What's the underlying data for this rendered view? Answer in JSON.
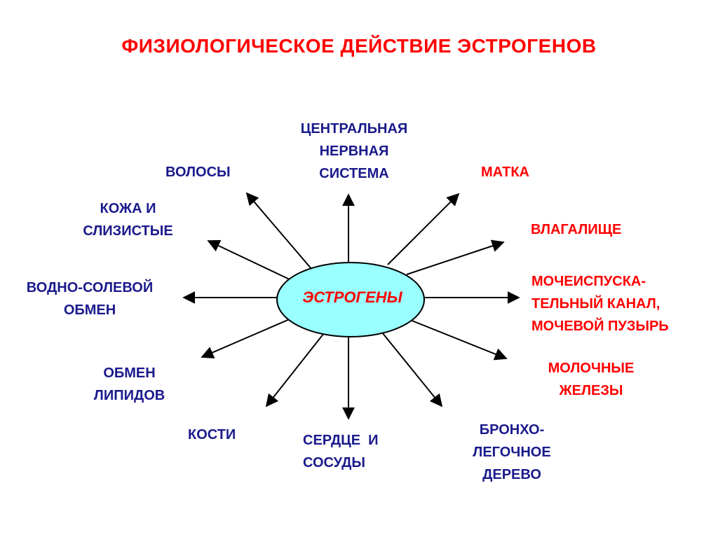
{
  "title": "ФИЗИОЛОГИЧЕСКОЕ ДЕЙСТВИЕ ЭСТРОГЕНОВ",
  "center": "ЭСТРОГЕНЫ",
  "colors": {
    "title": "#ff0000",
    "blue_label": "#1a1a8c",
    "red_label": "#ff0000",
    "ellipse_fill": "#99ffff"
  },
  "targets": {
    "cns": [
      "ЦЕНТРАЛЬНАЯ",
      "НЕРВНАЯ",
      "СИСТЕМА"
    ],
    "hair": [
      "ВОЛОСЫ"
    ],
    "skin": [
      "КОЖА И",
      "СЛИЗИСТЫЕ"
    ],
    "water_salt": [
      "ВОДНО-СОЛЕВОЙ",
      "ОБМЕН"
    ],
    "lipids": [
      "ОБМЕН",
      "ЛИПИДОВ"
    ],
    "bones": [
      "КОСТИ"
    ],
    "heart": [
      "СЕРДЦЕ  И",
      "СОСУДЫ"
    ],
    "bronchi": [
      "БРОНХО-",
      "ЛЕГОЧНОЕ",
      "ДЕРЕВО"
    ],
    "uterus": [
      "МАТКА"
    ],
    "vagina": [
      "ВЛАГАЛИЩЕ"
    ],
    "urethra": [
      "МОЧЕИСПУСКА-",
      "ТЕЛЬНЫЙ КАНАЛ,",
      "МОЧЕВОЙ ПУЗЫРЬ"
    ],
    "mammary": [
      "МОЛОЧНЫЕ",
      "ЖЕЛЕЗЫ"
    ]
  }
}
